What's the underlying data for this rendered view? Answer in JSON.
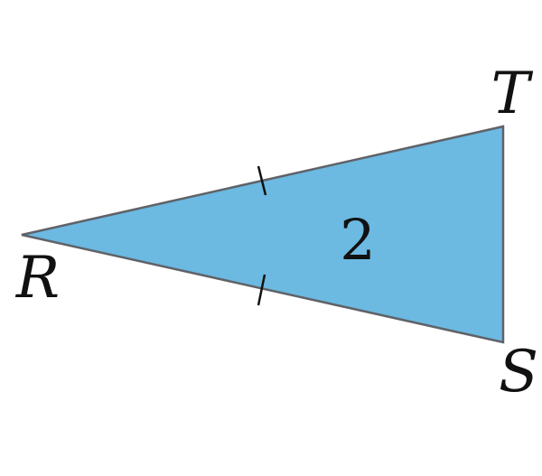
{
  "diagram": {
    "vertices": {
      "R": "R",
      "S": "S",
      "T": "T"
    },
    "region_label": "2",
    "fill_color": "#6cb9e1",
    "edge_color": "#5f6268",
    "equal_sides": [
      "RT",
      "RS"
    ]
  }
}
